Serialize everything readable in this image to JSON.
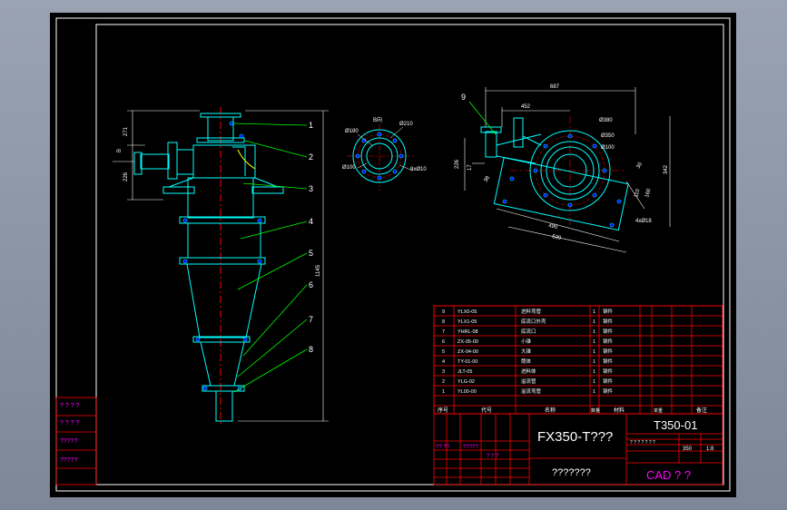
{
  "colors": {
    "background": "#000000",
    "frame": "#ffffff",
    "outline": "#00ffff",
    "centerline": "#ff0000",
    "leader": "#00ff00",
    "dimension": "#ffffff",
    "table": "#ff0000",
    "title_text": "#ffffff",
    "stamp": "#ff00ff"
  },
  "elevation_view": {
    "dims": {
      "top_height": "271",
      "left_label": "B",
      "middle_height": "226",
      "total_height": "1145"
    },
    "balloons": [
      "1",
      "2",
      "3",
      "4",
      "5",
      "6",
      "7",
      "8"
    ]
  },
  "flange_view": {
    "labels": {
      "bolt_circle": "Ø180",
      "outer": "Ø210",
      "inner": "Ø100",
      "top": "B向",
      "holes": "8xØ10"
    }
  },
  "plan_view": {
    "balloon": "9",
    "labels": {
      "overall": "687",
      "inlet_offset": "452",
      "d1": "Ø380",
      "d2": "Ø350",
      "d3": "Ø100",
      "left1": "226",
      "left2": "17",
      "left3": "38",
      "right1": "30",
      "right2": "110",
      "right3": "160",
      "right4": "342",
      "bottom1": "490",
      "bottom2": "539",
      "holes": "4xØ18"
    }
  },
  "parts_table": {
    "rows": [
      {
        "no": "9",
        "code": "YLX0-05",
        "name": "进料弯管",
        "qty": "1",
        "mat": "钢件"
      },
      {
        "no": "8",
        "code": "YLX1-05",
        "name": "底流口外壳",
        "qty": "1",
        "mat": "钢件"
      },
      {
        "no": "7",
        "code": "YHRL-08",
        "name": "底流口",
        "qty": "1",
        "mat": "钢件"
      },
      {
        "no": "6",
        "code": "ZX-05-00",
        "name": "小锥",
        "qty": "1",
        "mat": "钢件"
      },
      {
        "no": "5",
        "code": "ZX-04-00",
        "name": "大锥",
        "qty": "1",
        "mat": "钢件"
      },
      {
        "no": "4",
        "code": "TY-01-00",
        "name": "筒体",
        "qty": "1",
        "mat": "钢件"
      },
      {
        "no": "3",
        "code": "JLT-05",
        "name": "进料体",
        "qty": "1",
        "mat": "钢件"
      },
      {
        "no": "2",
        "code": "YLG-02",
        "name": "溢流管",
        "qty": "1",
        "mat": "钢件"
      },
      {
        "no": "1",
        "code": "YL00-00",
        "name": "溢流弯管",
        "qty": "1",
        "mat": "钢件"
      }
    ],
    "headers": {
      "no": "序号",
      "code": "代号",
      "name": "名称",
      "qty": "数量",
      "mat": "材料",
      "weight": "单重",
      "note": "备注"
    }
  },
  "title_block": {
    "title": "FX350-T???",
    "drawing_no": "T350-01",
    "subtitle": "???????",
    "cad": "CAD ? ?",
    "weight": "350",
    "scale": "1:8",
    "mark_row": "? ? ? ? ? ? ?",
    "sig_left": "?? ??",
    "sig_mid": "?????",
    "sig_right": "? ? ?"
  },
  "side_block": {
    "r1": "? ? ? ?",
    "r2": "? ? ? ?",
    "r3": "?????",
    "r4": "?????"
  }
}
